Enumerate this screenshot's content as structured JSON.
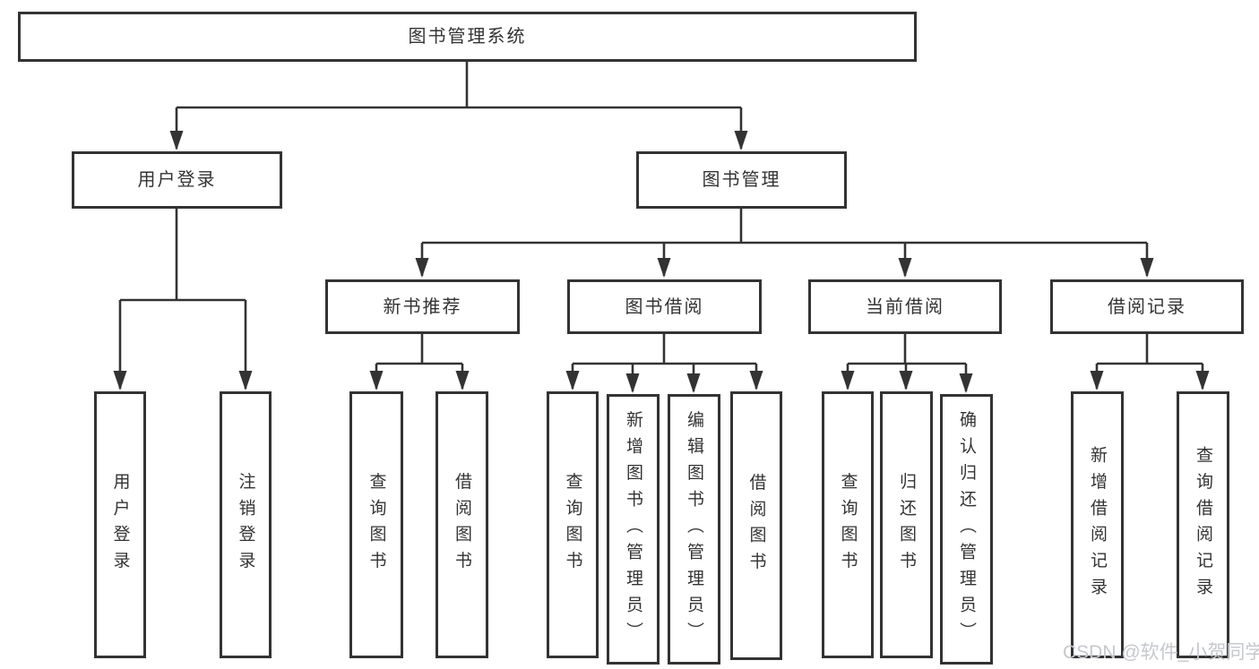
{
  "tree": {
    "label": "图书管理系统",
    "children": [
      {
        "label": "用户登录",
        "children": [
          {
            "label": "用户登录"
          },
          {
            "label": "注销登录"
          }
        ]
      },
      {
        "label": "图书管理",
        "children": [
          {
            "label": "新书推荐",
            "children": [
              {
                "label": "查询图书"
              },
              {
                "label": "借阅图书"
              }
            ]
          },
          {
            "label": "图书借阅",
            "children": [
              {
                "label": "查询图书"
              },
              {
                "label": "新增图书（管理员）"
              },
              {
                "label": "编辑图书（管理员）"
              },
              {
                "label": "借阅图书"
              }
            ]
          },
          {
            "label": "当前借阅",
            "children": [
              {
                "label": "查询图书"
              },
              {
                "label": "归还图书"
              },
              {
                "label": "确认归还（管理员）"
              }
            ]
          },
          {
            "label": "借阅记录",
            "children": [
              {
                "label": "新增借阅记录"
              },
              {
                "label": "查询借阅记录"
              }
            ]
          }
        ]
      }
    ]
  },
  "watermark": {
    "text": "CSDN @软件_小贺同学"
  },
  "colors": {
    "line": "#333333",
    "text": "#333333",
    "watermark": "#c5c8cd",
    "background": "#ffffff"
  }
}
